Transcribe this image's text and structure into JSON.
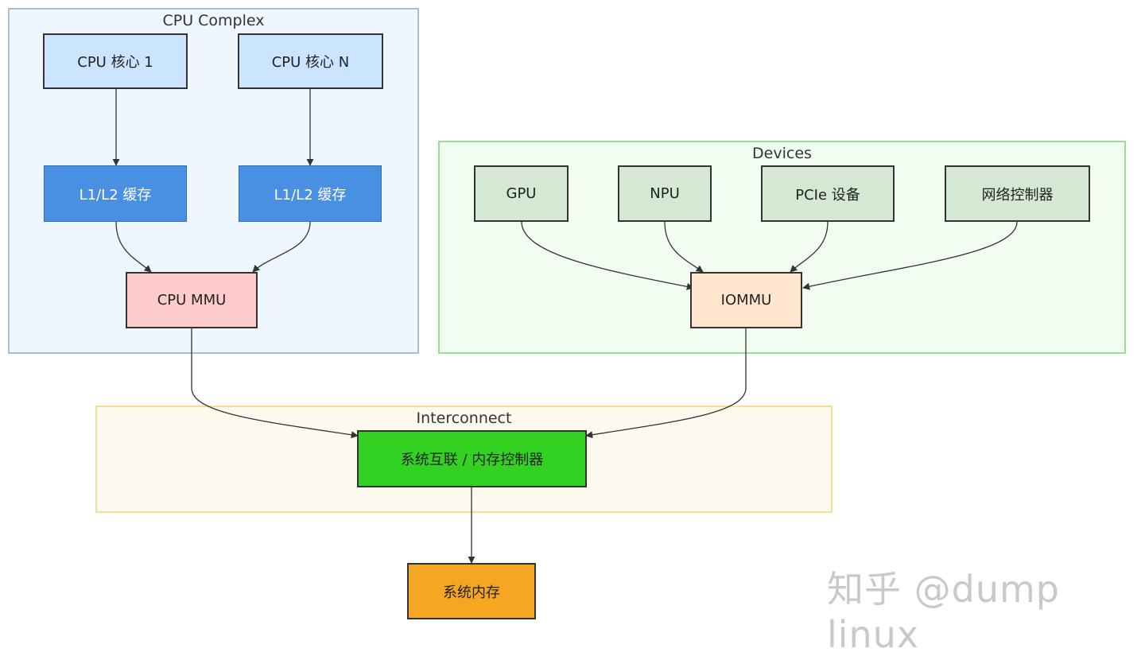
{
  "groups": {
    "cpu_complex": "CPU Complex",
    "devices": "Devices",
    "interconnect": "Interconnect"
  },
  "nodes": {
    "cpu_core_1": "CPU 核心 1",
    "cpu_core_n": "CPU 核心 N",
    "cache_1": "L1/L2 缓存",
    "cache_n": "L1/L2 缓存",
    "cpu_mmu": "CPU MMU",
    "gpu": "GPU",
    "npu": "NPU",
    "pcie": "PCIe 设备",
    "nic": "网络控制器",
    "iommu": "IOMMU",
    "interconnect": "系统互联 / 内存控制器",
    "memory": "系统内存"
  },
  "watermark": "知乎 @dump linux",
  "colors": {
    "cpu_group_bg": "#eef6ff",
    "cpu_group_border": "#a9bfd3",
    "devices_group_bg": "#f0fdf0",
    "devices_group_border": "#93e193",
    "interconnect_group_bg": "#fdf9ee",
    "interconnect_group_border": "#efe095",
    "core_fill": "#cce5ff",
    "cache_fill": "#4a90e2",
    "mmu_fill": "#ffcccc",
    "device_fill": "#d5e8d4",
    "iommu_fill": "#ffe6cc",
    "interconnect_fill": "#32d122",
    "memory_fill": "#f5a623"
  }
}
